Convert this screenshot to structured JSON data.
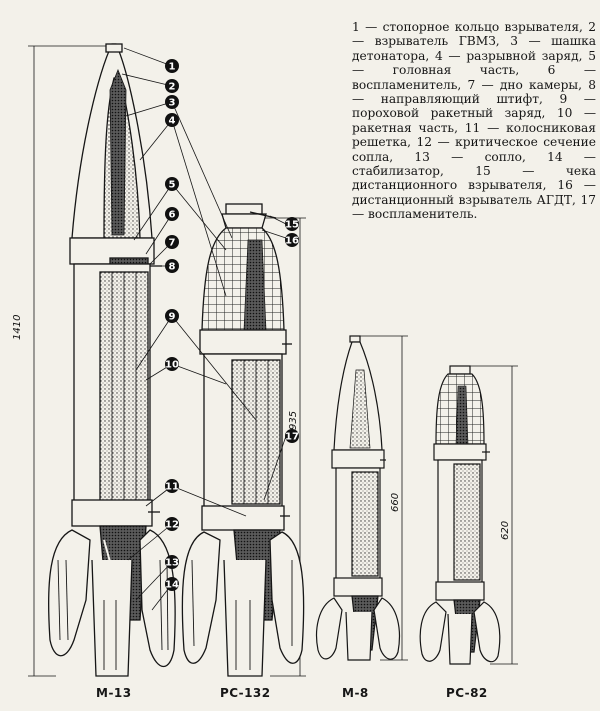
{
  "legend": [
    {
      "n": "1",
      "text": "стопорное кольцо взрывателя"
    },
    {
      "n": "2",
      "text": "взрыватель ГВМЗ"
    },
    {
      "n": "3",
      "text": "шашка детонатора"
    },
    {
      "n": "4",
      "text": "разрывной заряд"
    },
    {
      "n": "5",
      "text": "головная часть"
    },
    {
      "n": "6",
      "text": "воспламенитель"
    },
    {
      "n": "7",
      "text": "дно камеры"
    },
    {
      "n": "8",
      "text": "направляющий штифт"
    },
    {
      "n": "9",
      "text": "пороховой ракетный заряд"
    },
    {
      "n": "10",
      "text": "ракетная часть"
    },
    {
      "n": "11",
      "text": "колосниковая решетка"
    },
    {
      "n": "12",
      "text": "критическое сечение сопла"
    },
    {
      "n": "13",
      "text": "сопло"
    },
    {
      "n": "14",
      "text": "стабилизатор"
    },
    {
      "n": "15",
      "text": "чека дистанционного взрывателя"
    },
    {
      "n": "16",
      "text": "дистанционный взрыватель АГДТ"
    },
    {
      "n": "17",
      "text": "воспламенитель"
    }
  ],
  "rockets": [
    {
      "label": "М-13",
      "length": "1410"
    },
    {
      "label": "РС-132",
      "length": "935"
    },
    {
      "label": "М-8",
      "length": "660"
    },
    {
      "label": "РС-82",
      "length": "620"
    }
  ],
  "callout_numbers": [
    "1",
    "2",
    "3",
    "4",
    "5",
    "6",
    "7",
    "8",
    "9",
    "10",
    "11",
    "12",
    "13",
    "14",
    "15",
    "16",
    "17"
  ],
  "colors": {
    "ink": "#161616",
    "paper": "#f3f1ea",
    "fill_dark": "#1c1c1c",
    "fill_mid": "#6e6e6e"
  }
}
